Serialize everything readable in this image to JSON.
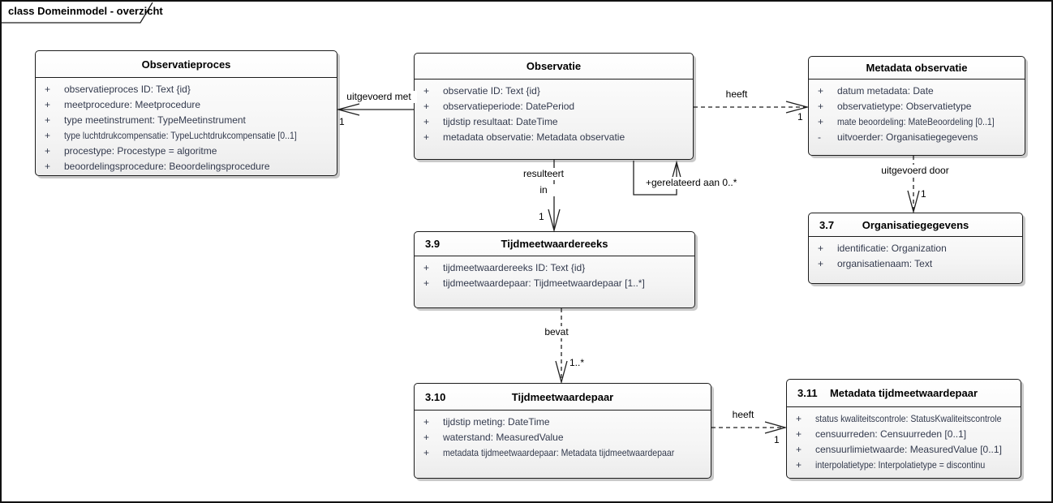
{
  "frame": {
    "tab_label": "class Domeinmodel - overzicht"
  },
  "colors": {
    "attribute_text": "#333a4d",
    "line": "#1f1f1f",
    "box_border": "#1c1c1c",
    "box_fill": "#f4f4f4",
    "shadow": "#c9c9c9"
  },
  "classes": {
    "observatieproces": {
      "number": "",
      "name": "Observatieproces",
      "attributes": [
        {
          "v": "+",
          "t": "observatieproces ID: Text {id}"
        },
        {
          "v": "+",
          "t": "meetprocedure: Meetprocedure"
        },
        {
          "v": "+",
          "t": "type meetinstrument: TypeMeetinstrument"
        },
        {
          "v": "+",
          "t": "type luchtdrukcompensatie: TypeLuchtdrukcompensatie [0..1]"
        },
        {
          "v": "+",
          "t": "procestype: Procestype = algoritme"
        },
        {
          "v": "+",
          "t": "beoordelingsprocedure: Beoordelingsprocedure"
        }
      ]
    },
    "observatie": {
      "number": "",
      "name": "Observatie",
      "attributes": [
        {
          "v": "+",
          "t": "observatie ID: Text {id}"
        },
        {
          "v": "+",
          "t": "observatieperiode: DatePeriod"
        },
        {
          "v": "+",
          "t": "tijdstip resultaat: DateTime"
        },
        {
          "v": "+",
          "t": "metadata observatie: Metadata observatie"
        }
      ]
    },
    "metadata_observatie": {
      "number": "",
      "name": "Metadata observatie",
      "attributes": [
        {
          "v": "+",
          "t": "datum metadata: Date"
        },
        {
          "v": "+",
          "t": "observatietype: Observatietype"
        },
        {
          "v": "+",
          "t": "mate beoordeling: MateBeoordeling [0..1]"
        },
        {
          "v": "-",
          "t": "uitvoerder: Organisatiegegevens"
        }
      ]
    },
    "tijdmeetwaardereeks": {
      "number": "3.9",
      "name": "Tijdmeetwaardereeks",
      "attributes": [
        {
          "v": "+",
          "t": "tijdmeetwaardereeks ID: Text {id}"
        },
        {
          "v": "+",
          "t": "tijdmeetwaardepaar: Tijdmeetwaardepaar [1..*]"
        }
      ]
    },
    "organisatiegegevens": {
      "number": "3.7",
      "name": "Organisatiegegevens",
      "attributes": [
        {
          "v": "+",
          "t": "identificatie: Organization"
        },
        {
          "v": "+",
          "t": "organisatienaam: Text"
        }
      ]
    },
    "tijdmeetwaardepaar": {
      "number": "3.10",
      "name": "Tijdmeetwaardepaar",
      "attributes": [
        {
          "v": "+",
          "t": "tijdstip meting: DateTime"
        },
        {
          "v": "+",
          "t": "waterstand: MeasuredValue"
        },
        {
          "v": "+",
          "t": "metadata tijdmeetwaardepaar: Metadata tijdmeetwaardepaar"
        }
      ]
    },
    "metadata_tijdmeetwaardepaar": {
      "number": "3.11",
      "name": "Metadata tijdmeetwaardepaar",
      "attributes": [
        {
          "v": "+",
          "t": "status kwaliteitscontrole: StatusKwaliteitscontrole"
        },
        {
          "v": "+",
          "t": "censuurreden: Censuurreden [0..1]"
        },
        {
          "v": "+",
          "t": "censuurlimietwaarde: MeasuredValue [0..1]"
        },
        {
          "v": "+",
          "t": "interpolatietype: Interpolatietype = discontinu"
        }
      ]
    }
  },
  "connectors": {
    "uitgevoerd_met": {
      "label": "uitgevoerd met",
      "target_multiplicity": "1"
    },
    "heeft_metadata_observatie": {
      "label": "heeft",
      "target_multiplicity": "1"
    },
    "resulteert_in": {
      "label_line1": "resulteert",
      "label_line2": "in",
      "target_multiplicity": "1"
    },
    "gerelateerd_aan": {
      "label": "+gerelateerd aan 0..*"
    },
    "uitgevoerd_door": {
      "label": "uitgevoerd door",
      "target_multiplicity": "1"
    },
    "bevat": {
      "label": "bevat",
      "target_multiplicity": "1..*"
    },
    "heeft_metadata_paar": {
      "label": "heeft",
      "target_multiplicity": "1"
    }
  }
}
